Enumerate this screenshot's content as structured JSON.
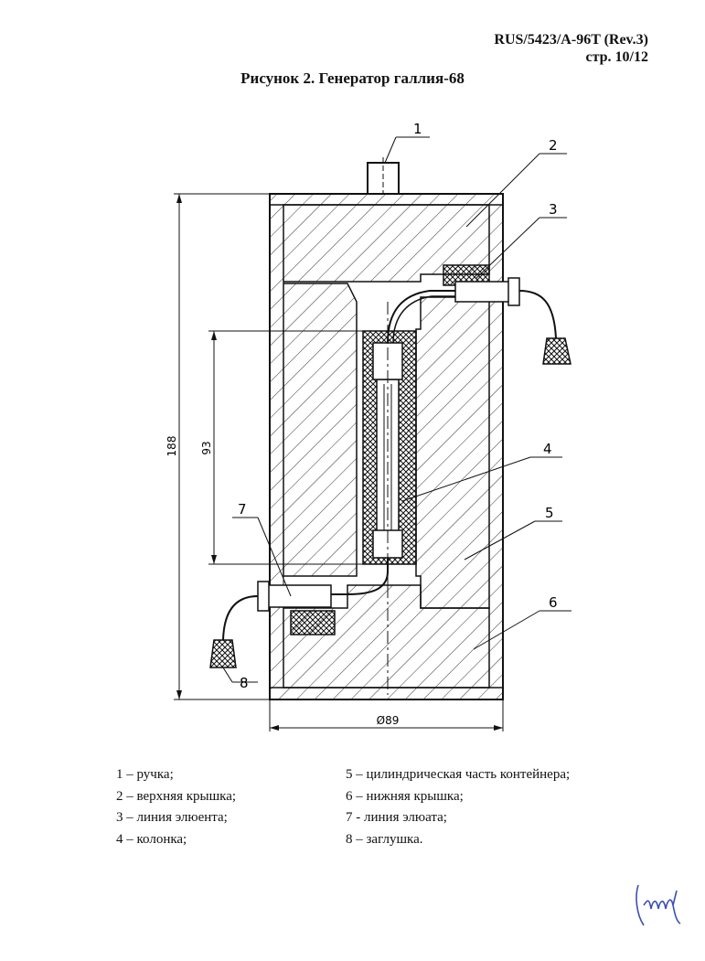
{
  "header": {
    "doc_code": "RUS/5423/A-96T (Rev.3)",
    "page": "стр. 10/12"
  },
  "figure": {
    "title": "Рисунок 2.  Генератор галлия-68",
    "callouts": [
      "1",
      "2",
      "3",
      "4",
      "5",
      "6",
      "7",
      "8"
    ],
    "dimensions": {
      "overall_height": "188",
      "column_height": "93",
      "diameter": "Ø89"
    }
  },
  "legend": {
    "left": [
      "1 – ручка;",
      "2 – верхняя крышка;",
      "3 – линия элюента;",
      "4 – колонка;"
    ],
    "right": [
      "5 – цилиндрическая часть контейнера;",
      "6 – нижняя крышка;",
      "7 - линия элюата;",
      "8 – заглушка."
    ]
  }
}
